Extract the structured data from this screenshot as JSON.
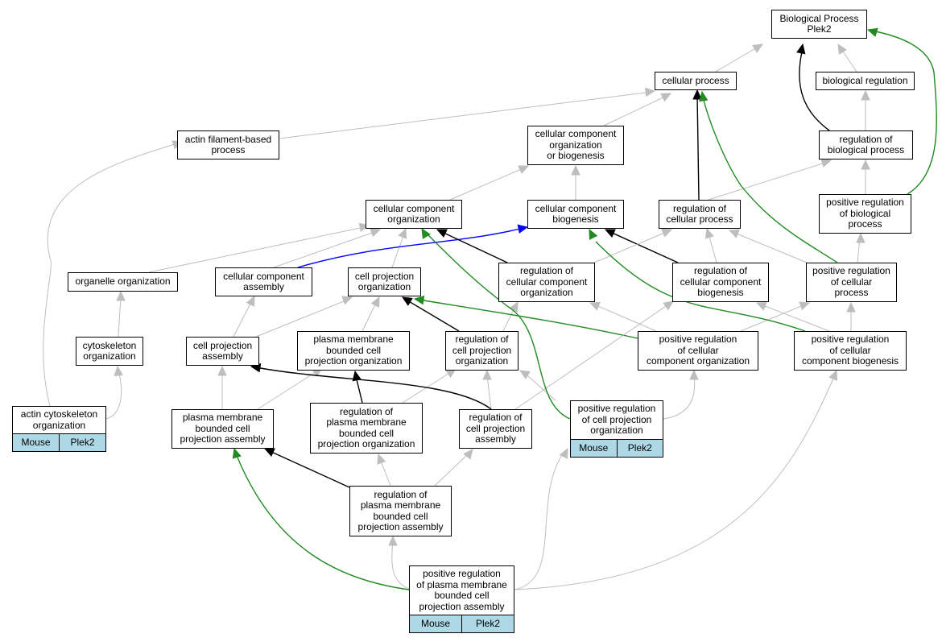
{
  "colors": {
    "gray_edge": "#bebebe",
    "black_edge": "#000000",
    "blue_edge": "#0000ff",
    "green_edge": "#228b22",
    "annotation_fill": "#add8e6"
  },
  "nodes": {
    "bp": "Biological Process\nPlek2",
    "cp": "cellular process",
    "breg": "biological regulation",
    "afbp": "actin filament-based\nprocess",
    "ccob": "cellular component\norganization\nor biogenesis",
    "rbp": "regulation of\nbiological process",
    "cco": "cellular component\norganization",
    "ccb": "cellular component\nbiogenesis",
    "rcp": "regulation of\ncellular process",
    "prbp": "positive regulation\nof biological\nprocess",
    "oo": "organelle organization",
    "cca": "cellular component\nassembly",
    "cpo": "cell projection\norganization",
    "rcco": "regulation of\ncellular component\norganization",
    "rccb": "regulation of\ncellular component\nbiogenesis",
    "prcp": "positive regulation\nof cellular\nprocess",
    "cyto": "cytoskeleton\norganization",
    "cpa": "cell projection\nassembly",
    "pmbcpo": "plasma membrane\nbounded cell\nprojection organization",
    "rcpo": "regulation of\ncell projection\norganization",
    "prcco": "positive regulation\nof cellular\ncomponent organization",
    "prccb": "positive regulation\nof cellular\ncomponent biogenesis",
    "pmbcpa": "plasma membrane\nbounded cell\nprojection assembly",
    "rpmbcpo": "regulation of\nplasma membrane\nbounded cell\nprojection organization",
    "rcpa": "regulation of\ncell projection\nassembly",
    "rpmbcpa": "regulation of\nplasma membrane\nbounded cell\nprojection assembly"
  },
  "annotated": {
    "aco": {
      "title": "actin cytoskeleton\norganization",
      "cells": [
        "Mouse",
        "Plek2"
      ]
    },
    "prcpo": {
      "title": "positive regulation\nof cell projection\norganization",
      "cells": [
        "Mouse",
        "Plek2"
      ]
    },
    "prpmbcpa": {
      "title": "positive regulation\nof plasma membrane\nbounded cell\nprojection assembly",
      "cells": [
        "Mouse",
        "Plek2"
      ]
    }
  }
}
